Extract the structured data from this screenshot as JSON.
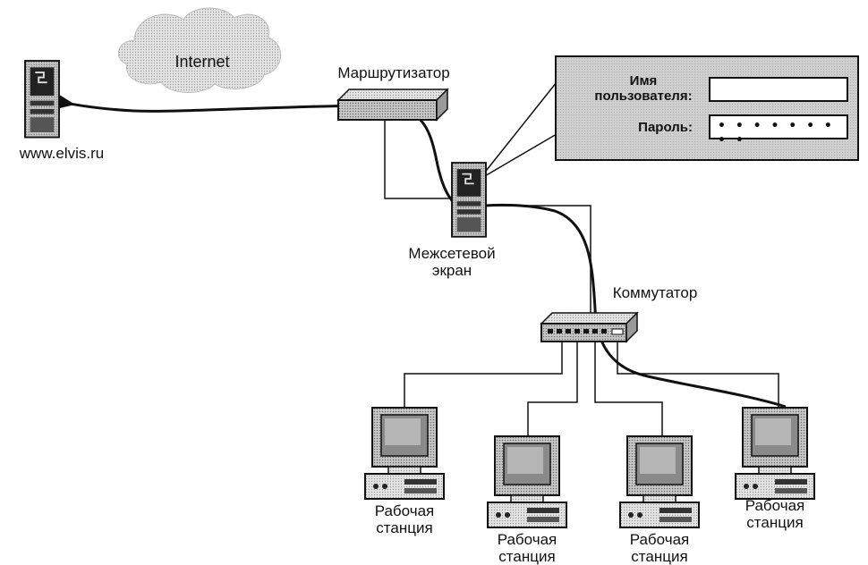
{
  "nodes": {
    "internet_label": "Internet",
    "server_label": "www.elvis.ru",
    "router_label": "Маршрутизатор",
    "firewall_label": "Межсетевой\nэкран",
    "switch_label": "Коммутатор",
    "workstations": [
      {
        "label": "Рабочая\nстанция"
      },
      {
        "label": "Рабочая\nстанция"
      },
      {
        "label": "Рабочая\nстанция"
      },
      {
        "label": "Рабочая\nстанция"
      }
    ]
  },
  "login_panel": {
    "username_label": "Имя\nпользователя:",
    "username_value": "",
    "password_label": "Пароль:",
    "password_value": "• • • • • • • • •"
  },
  "colors": {
    "line": "#111111",
    "device_fill": "#d8d8d8",
    "panel_fill": "#cfcfcf",
    "cloud_fill": "#d9d9d9"
  }
}
